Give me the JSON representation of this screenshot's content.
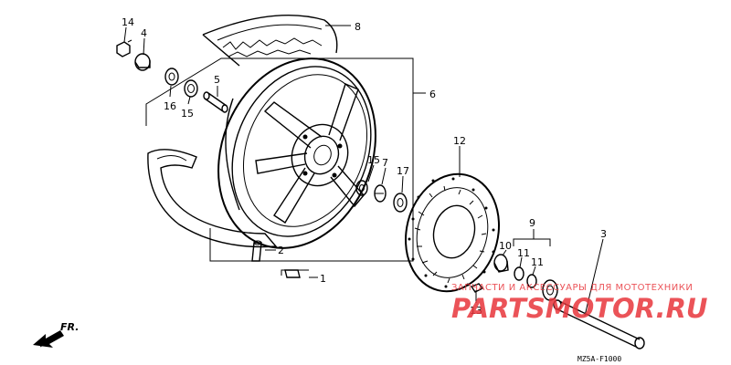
{
  "diagram": {
    "callouts": {
      "c1": "1",
      "c2": "2",
      "c4": "4",
      "c5": "5",
      "c6": "6",
      "c7": "7",
      "c8": "8",
      "c9": "9",
      "c10": "10",
      "c11a": "11",
      "c11b": "11",
      "c12": "12",
      "c13": "13",
      "c14": "14",
      "c15a": "15",
      "c15b": "15",
      "c16": "16",
      "c17": "17",
      "c3": "3"
    },
    "direction_label": "FR.",
    "diagram_code": "MZ5A-F1000"
  },
  "watermark": {
    "tagline": "ЗАПЧАСТИ И АКСЕССУАРЫ ДЛЯ МОТОТЕХНИКИ",
    "brand": "PARTSMOTOR.RU",
    "color": "#e8363c"
  }
}
